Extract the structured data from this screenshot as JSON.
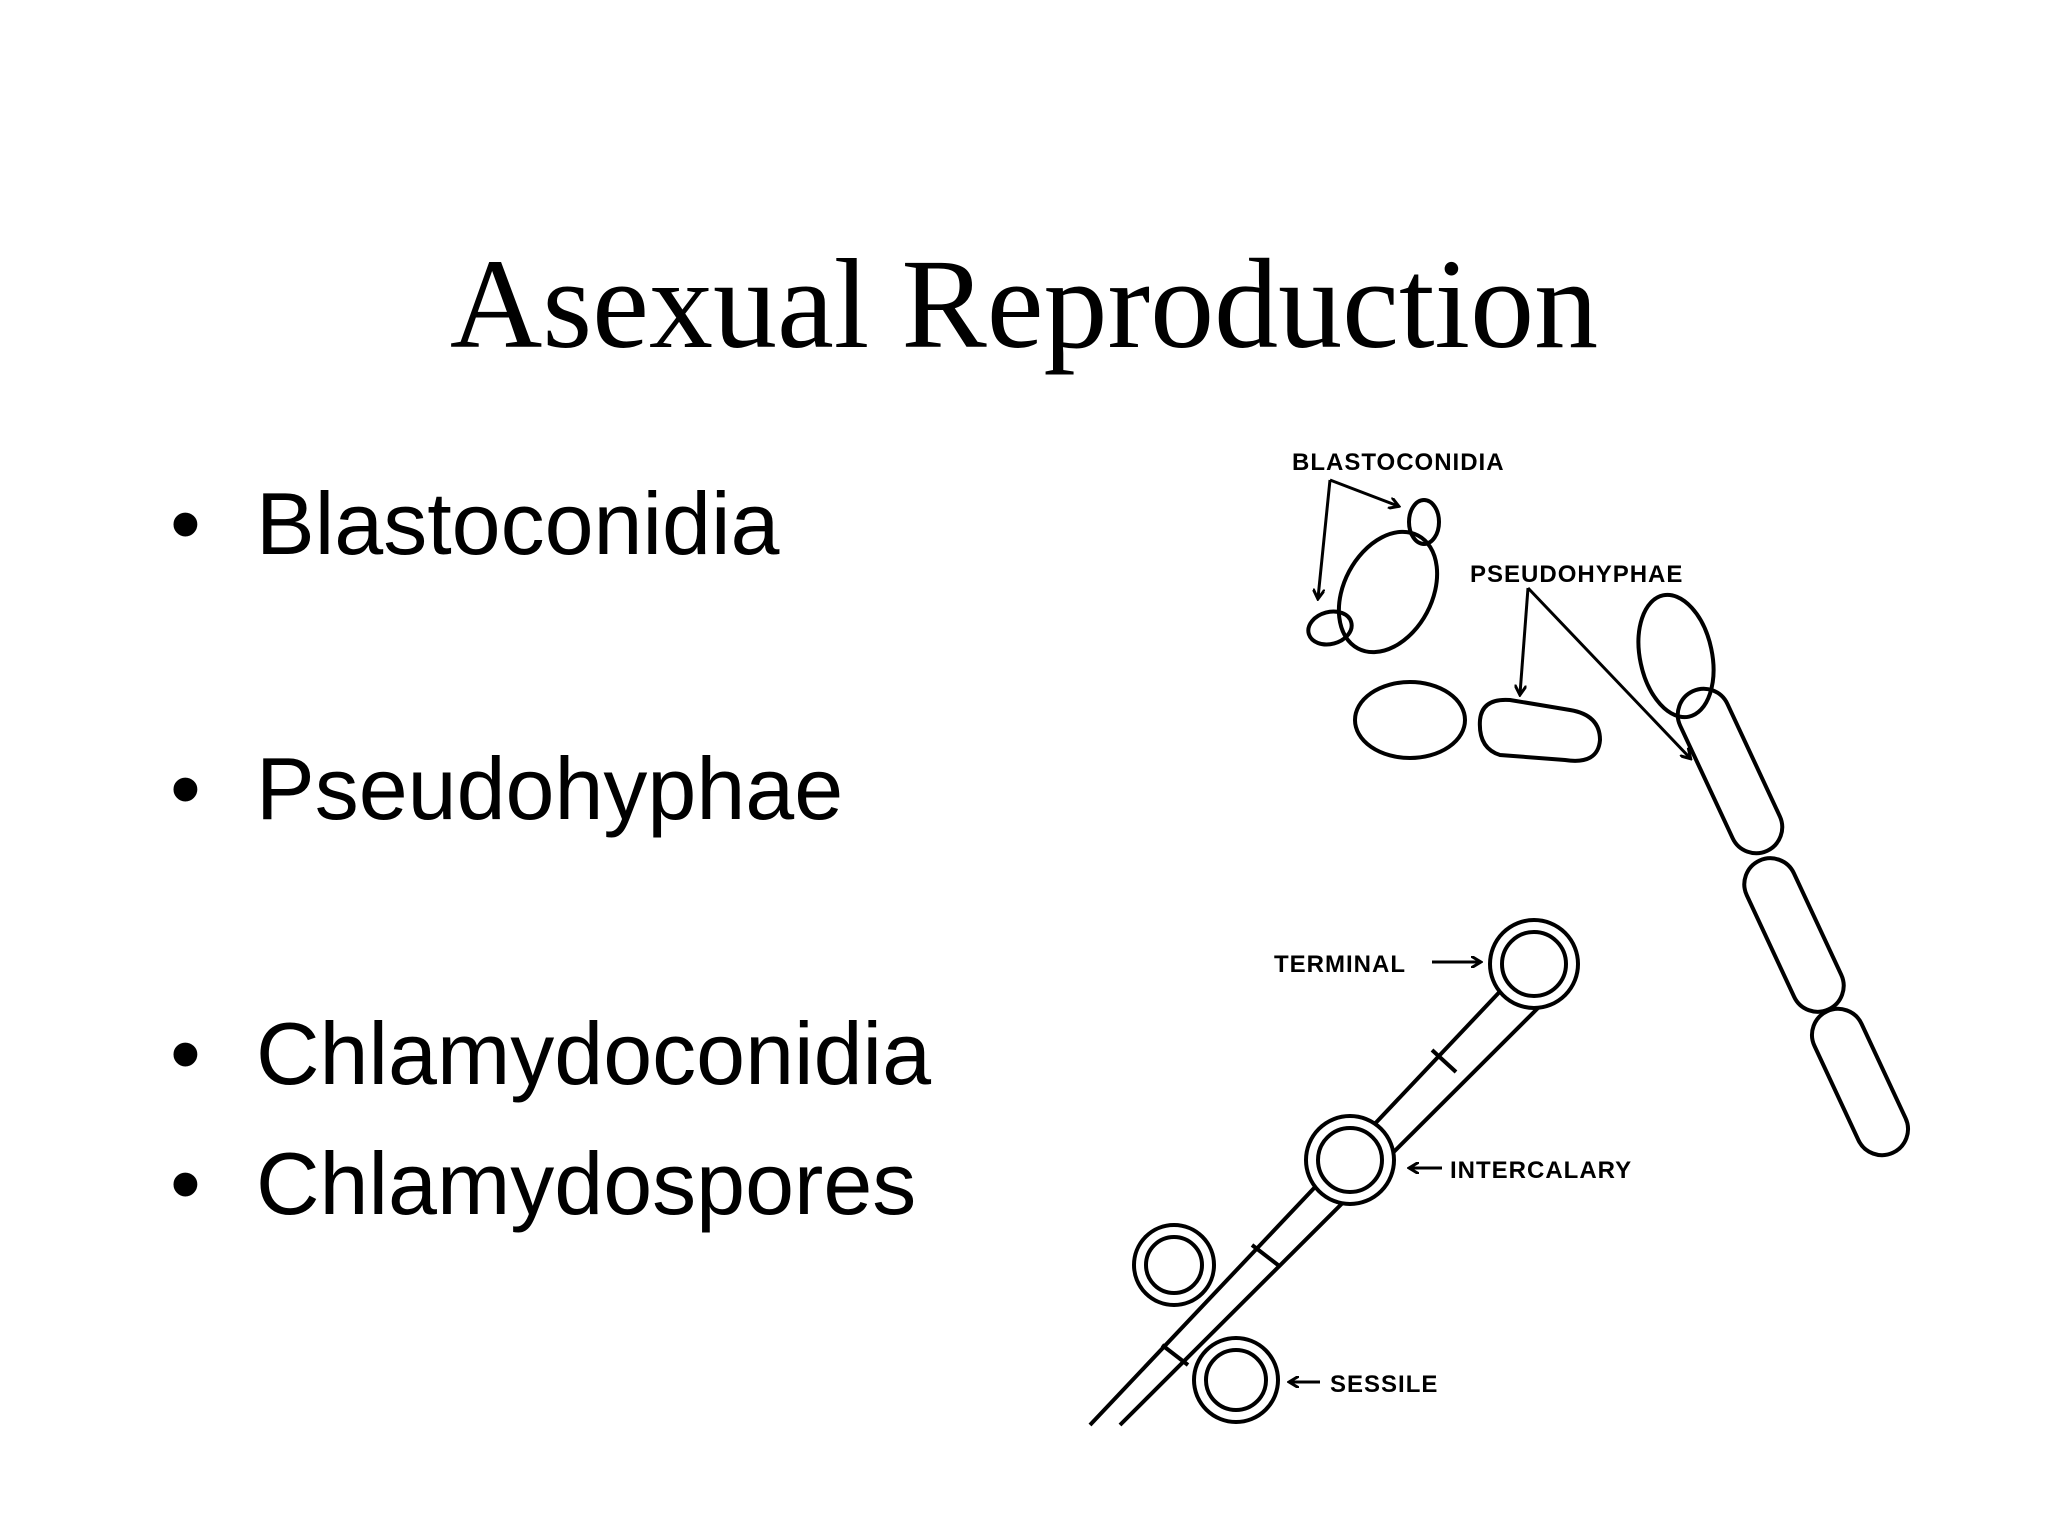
{
  "slide": {
    "title": "Asexual Reproduction",
    "bullet_glyph": "•",
    "bullets": [
      {
        "label": "Blastoconidia"
      },
      {
        "label": "Pseudohyphae"
      },
      {
        "label": "Chlamydoconidia"
      },
      {
        "label": "Chlamydospores"
      }
    ]
  },
  "figure": {
    "labels": {
      "blastoconidia": "BLASTOCONIDIA",
      "pseudohyphae": "PSEUDOHYPHAE",
      "terminal": "TERMINAL",
      "intercalary": "INTERCALARY",
      "sessile": "SESSILE"
    }
  }
}
